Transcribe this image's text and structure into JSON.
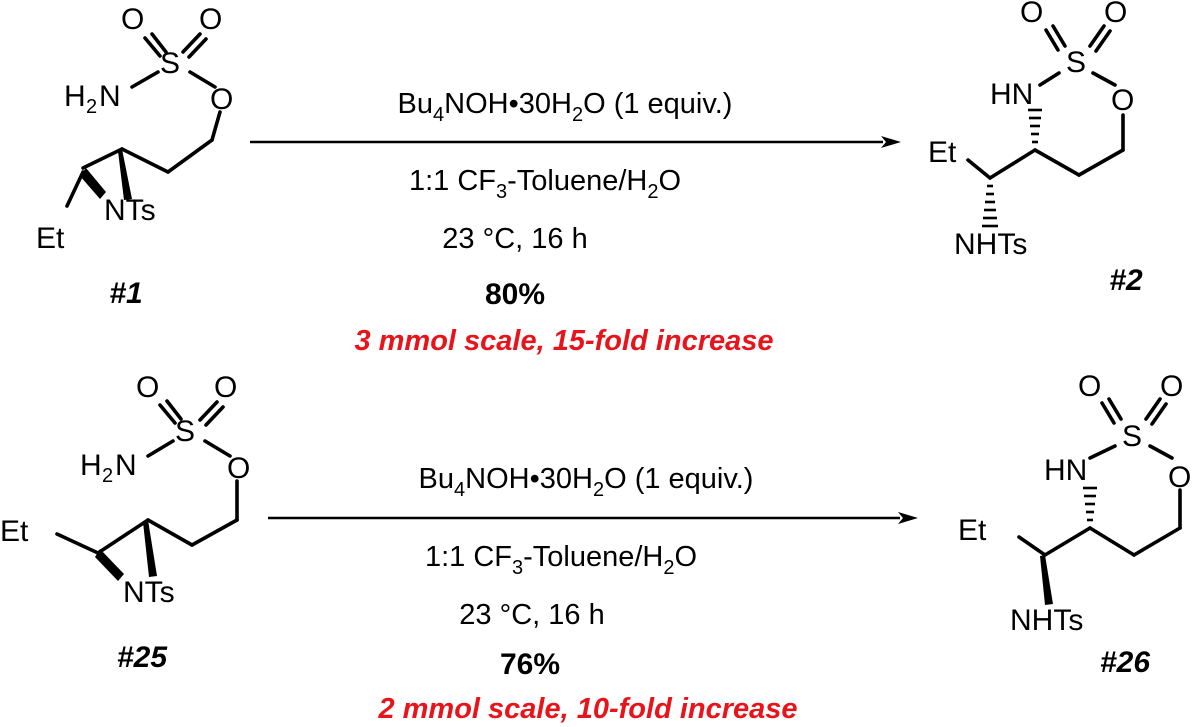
{
  "colors": {
    "note": "#e8141b",
    "ink": "#000000",
    "background": "#ffffff"
  },
  "reactions": [
    {
      "reactant": {
        "label": "#1",
        "atoms": {
          "O_a": "O",
          "O_b": "O",
          "S": "S",
          "N": "N",
          "O_ester": "O",
          "NTs": "NTs",
          "Et": "Et",
          "H2": "H",
          "H2_sub": "2"
        }
      },
      "conditions": {
        "reagent_a": "Bu",
        "reagent_a_sub": "4",
        "reagent_b": "NOH•30H",
        "reagent_b_sub": "2",
        "reagent_c": "O (1 equiv.)",
        "solvent_a": "1:1 CF",
        "solvent_a_sub": "3",
        "solvent_b": "-Toluene/H",
        "solvent_b_sub": "2",
        "solvent_c": "O",
        "temp_time": "23 °C, 16 h"
      },
      "yield": "80%",
      "note": "3 mmol scale, 15-fold increase",
      "product": {
        "label": "#2",
        "atoms": {
          "O_a": "O",
          "O_b": "O",
          "S": "S",
          "HN": "HN",
          "O_ring": "O",
          "Et": "Et",
          "NHTs": "NHTs"
        }
      }
    },
    {
      "reactant": {
        "label": "#25",
        "atoms": {
          "O_a": "O",
          "O_b": "O",
          "S": "S",
          "N": "N",
          "O_ester": "O",
          "NTs": "NTs",
          "Et": "Et",
          "H2": "H",
          "H2_sub": "2"
        }
      },
      "conditions": {
        "reagent_a": "Bu",
        "reagent_a_sub": "4",
        "reagent_b": "NOH•30H",
        "reagent_b_sub": "2",
        "reagent_c": "O (1 equiv.)",
        "solvent_a": "1:1 CF",
        "solvent_a_sub": "3",
        "solvent_b": "-Toluene/H",
        "solvent_b_sub": "2",
        "solvent_c": "O",
        "temp_time": "23 °C, 16 h"
      },
      "yield": "76%",
      "note": "2 mmol scale, 10-fold increase",
      "product": {
        "label": "#26",
        "atoms": {
          "O_a": "O",
          "O_b": "O",
          "S": "S",
          "HN": "HN",
          "O_ring": "O",
          "Et": "Et",
          "NHTs": "NHTs"
        }
      }
    }
  ]
}
